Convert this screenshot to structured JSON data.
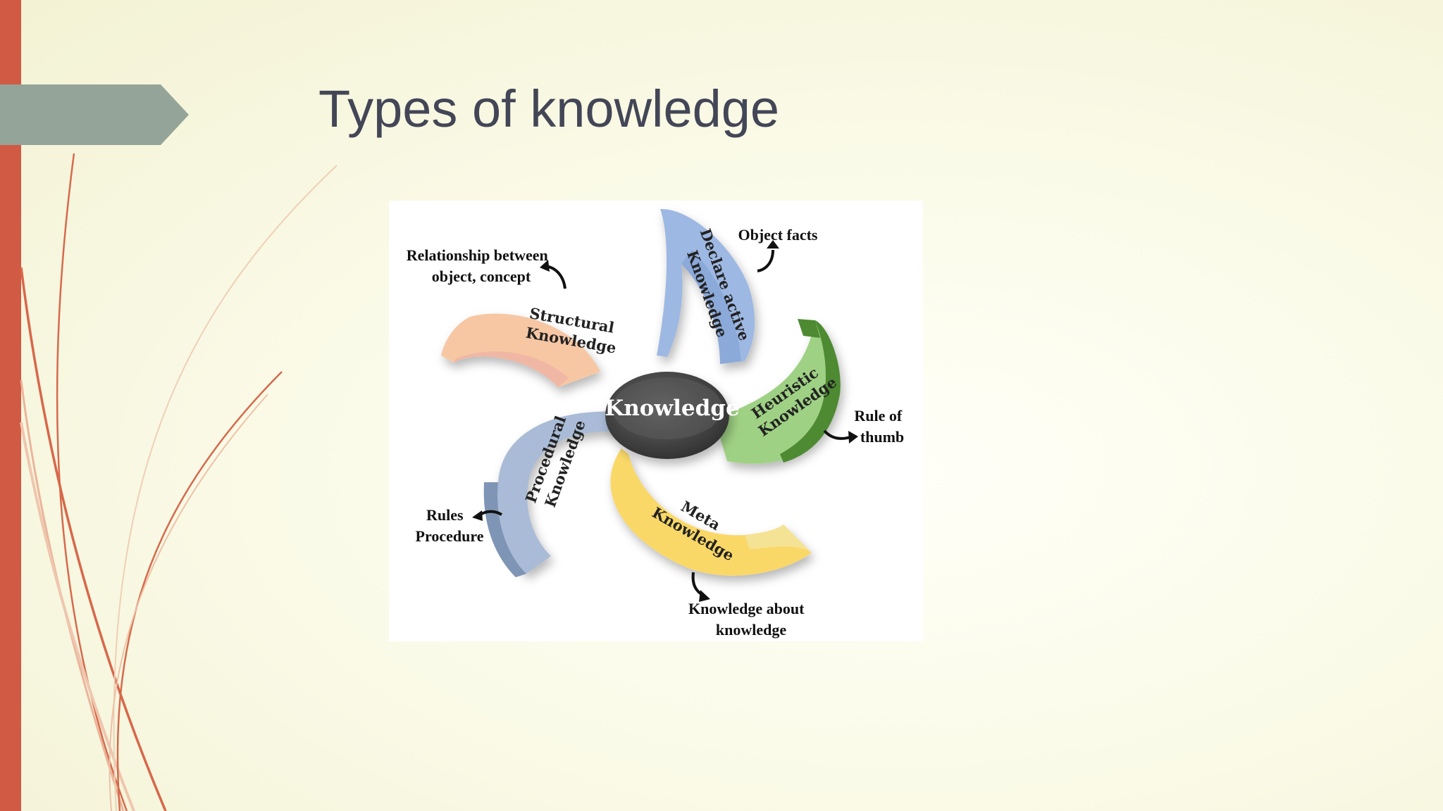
{
  "slide": {
    "title": "Types of knowledge"
  },
  "diagram": {
    "center": "Knowledge",
    "segments": {
      "structural": {
        "line1": "Structural",
        "line2": "Knowledge",
        "color": "#f7c7a4"
      },
      "declarative": {
        "line1": "Declare active",
        "line2": "Knowledge",
        "color": "#9db8e2"
      },
      "heuristic": {
        "line1": "Heuristic",
        "line2": "Knowledge",
        "color": "#9fd184"
      },
      "meta": {
        "line1": "Meta",
        "line2": "Knowledge",
        "color": "#fad867"
      },
      "procedural": {
        "line1": "Procedural",
        "line2": "Knowledge",
        "color": "#a9bbd6"
      }
    },
    "notes": {
      "structural": {
        "line1": "Relationship between",
        "line2": "object, concept"
      },
      "declarative": {
        "line1": "Object facts"
      },
      "heuristic": {
        "line1": "Rule of",
        "line2": "thumb"
      },
      "meta": {
        "line1": "Knowledge about",
        "line2": "knowledge"
      },
      "procedural": {
        "line1": "Rules",
        "line2": "Procedure"
      }
    }
  },
  "theme": {
    "accent_bar": "#d05a43",
    "tab_color": "#95a498",
    "title_color": "#434656"
  }
}
